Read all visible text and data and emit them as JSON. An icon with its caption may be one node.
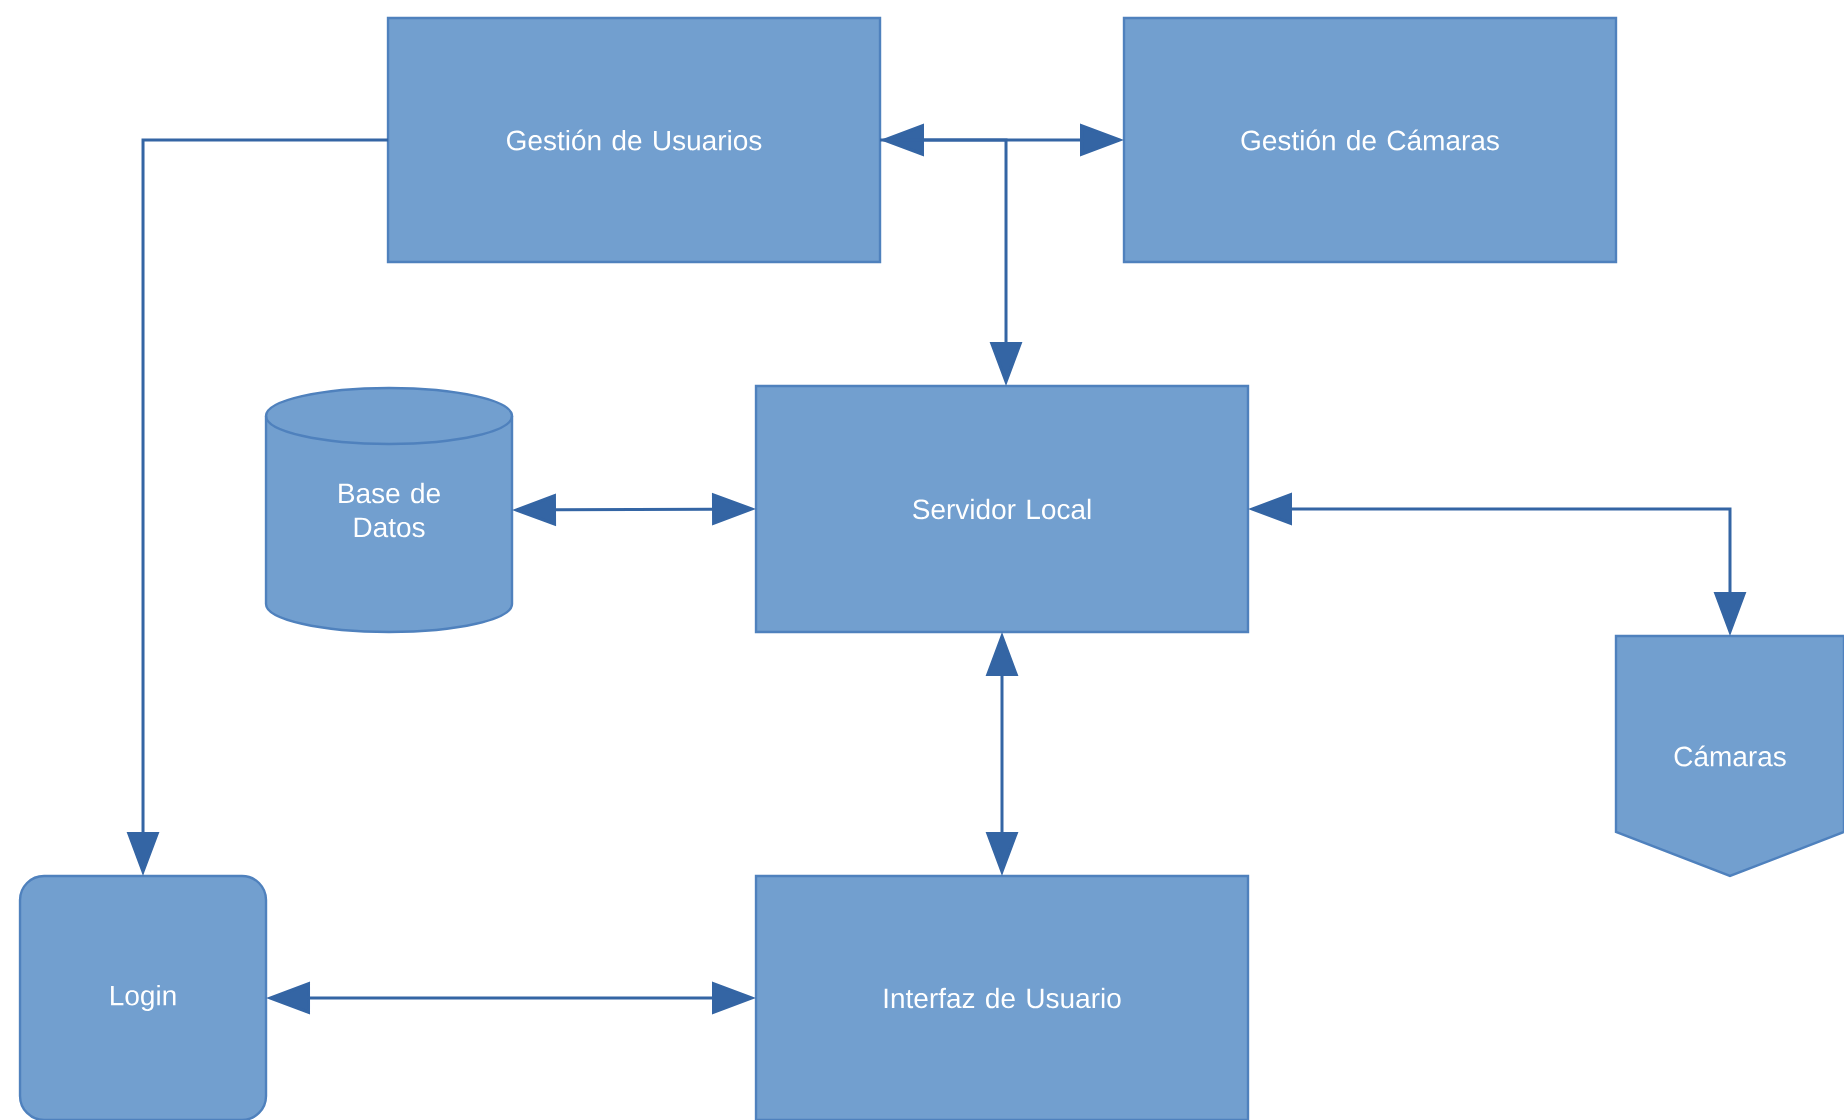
{
  "diagram": {
    "nodes": [
      {
        "text": [
          "Gestión de Usuarios"
        ]
      },
      {
        "text": [
          "Gestión de Cámaras"
        ]
      },
      {
        "text": [
          "Base de Datos"
        ]
      },
      {
        "text": [
          "Servidor Local"
        ]
      },
      {
        "text": [
          "Cámaras"
        ]
      },
      {
        "text": [
          "Login"
        ]
      },
      {
        "text": [
          "Interfaz de Usuario"
        ]
      }
    ],
    "edges": [
      {
        "from": 0,
        "to": 1,
        "arrow": "both"
      },
      {
        "from": 0,
        "to": 3,
        "arrow": "to"
      },
      {
        "from": 0,
        "to": 5,
        "arrow": "to"
      },
      {
        "from": 3,
        "to": 2,
        "arrow": "both"
      },
      {
        "from": 3,
        "to": 4,
        "arrow": "both"
      },
      {
        "from": 3,
        "to": 6,
        "arrow": "both"
      },
      {
        "from": 5,
        "to": 6,
        "arrow": "both"
      }
    ]
  }
}
